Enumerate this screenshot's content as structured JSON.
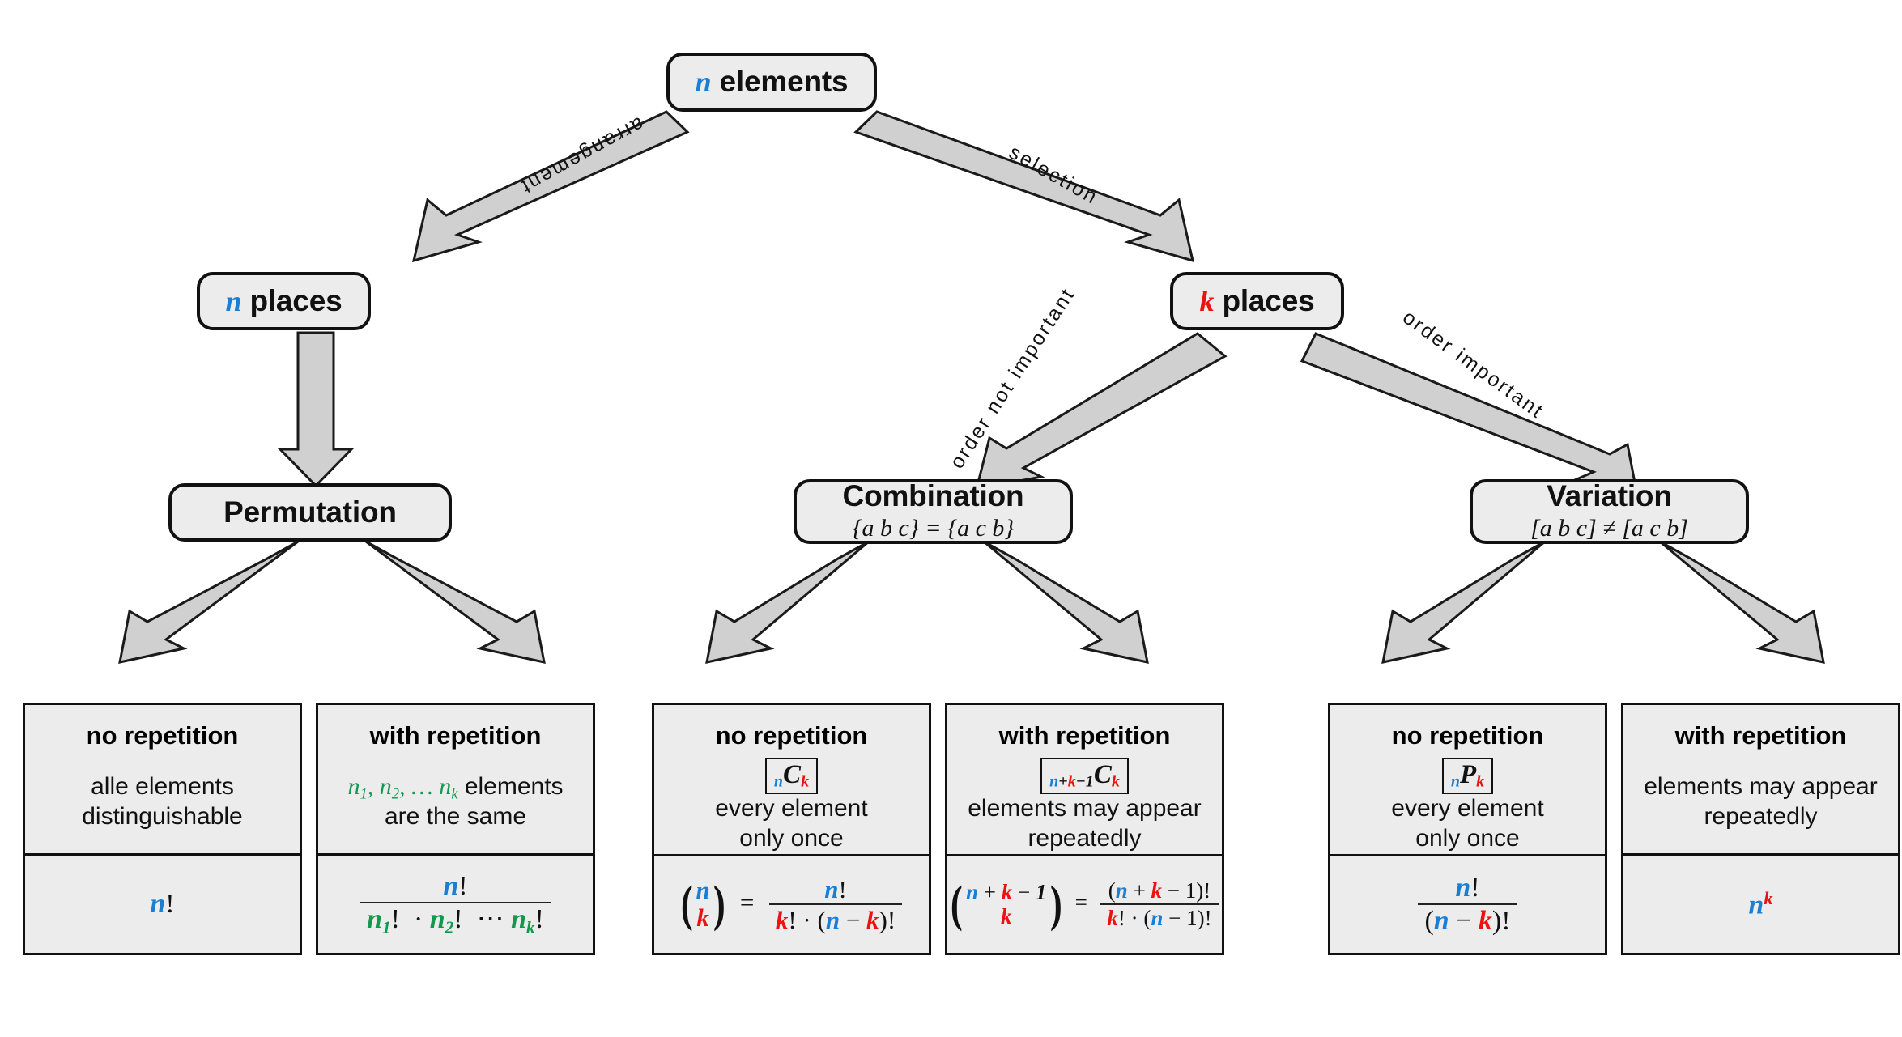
{
  "diagram": {
    "title": "Combinatorics decision tree",
    "colors": {
      "n_color": "#1a7fd4",
      "k_color": "#ee1111",
      "repeat_color": "#12984f",
      "node_fill": "#ececec",
      "node_border": "#111111",
      "arrow_fill": "#d0d0d0"
    }
  },
  "root": {
    "var": "n",
    "label": "elements"
  },
  "edges": {
    "arrangement": "arrangement",
    "selection": "selection",
    "order_not_important": "order not important",
    "order_important": "order important"
  },
  "level2": {
    "left": {
      "var": "n",
      "label": "places"
    },
    "right": {
      "var": "k",
      "label": "places"
    }
  },
  "level3": {
    "permutation": {
      "title": "Permutation",
      "note": ""
    },
    "combination": {
      "title": "Combination",
      "note": "{a b c} = {a c b}"
    },
    "variation": {
      "title": "Variation",
      "note": "[a b c] ≠ [a c b]"
    }
  },
  "leaves": [
    {
      "group": "permutation",
      "heading": "no repetition",
      "notation": "",
      "description_line1": "alle elements",
      "description_line2": "distinguishable",
      "formula_text": "n!"
    },
    {
      "group": "permutation",
      "heading": "with repetition",
      "notation": "",
      "description_line1": "n₁, n₂, … nₖ elements",
      "description_line2": "are the same",
      "formula_text": "n! / (n₁! · n₂! ⋯ nₖ!)"
    },
    {
      "group": "combination",
      "heading": "no repetition",
      "notation": "nCk",
      "description_line1": "every element",
      "description_line2": "only once",
      "formula_text": "(n choose k) = n! / (k! · (n − k)!)"
    },
    {
      "group": "combination",
      "heading": "with repetition",
      "notation": "n+k−1Ck",
      "description_line1": "elements may appear",
      "description_line2": "repeatedly",
      "formula_text": "(n+k−1 choose k) = (n + k − 1)! / (k! · (n − 1)!)"
    },
    {
      "group": "variation",
      "heading": "no repetition",
      "notation": "nPk",
      "description_line1": "every element",
      "description_line2": "only once",
      "formula_text": "n! / (n − k)!"
    },
    {
      "group": "variation",
      "heading": "with repetition",
      "notation": "",
      "description_line1": "elements may appear",
      "description_line2": "repeatedly",
      "formula_text": "n^k"
    }
  ],
  "symbols": {
    "n": "n",
    "k": "k",
    "one": "1",
    "C": "C",
    "P": "P",
    "plus": "+",
    "minus": "−",
    "equals": "=",
    "bang": "!",
    "dot": "·",
    "ellipsis": "⋯",
    "comma": ",",
    "dots": "…",
    "lparen": "(",
    "rparen": ")",
    "sub1": "1",
    "sub2": "2"
  }
}
